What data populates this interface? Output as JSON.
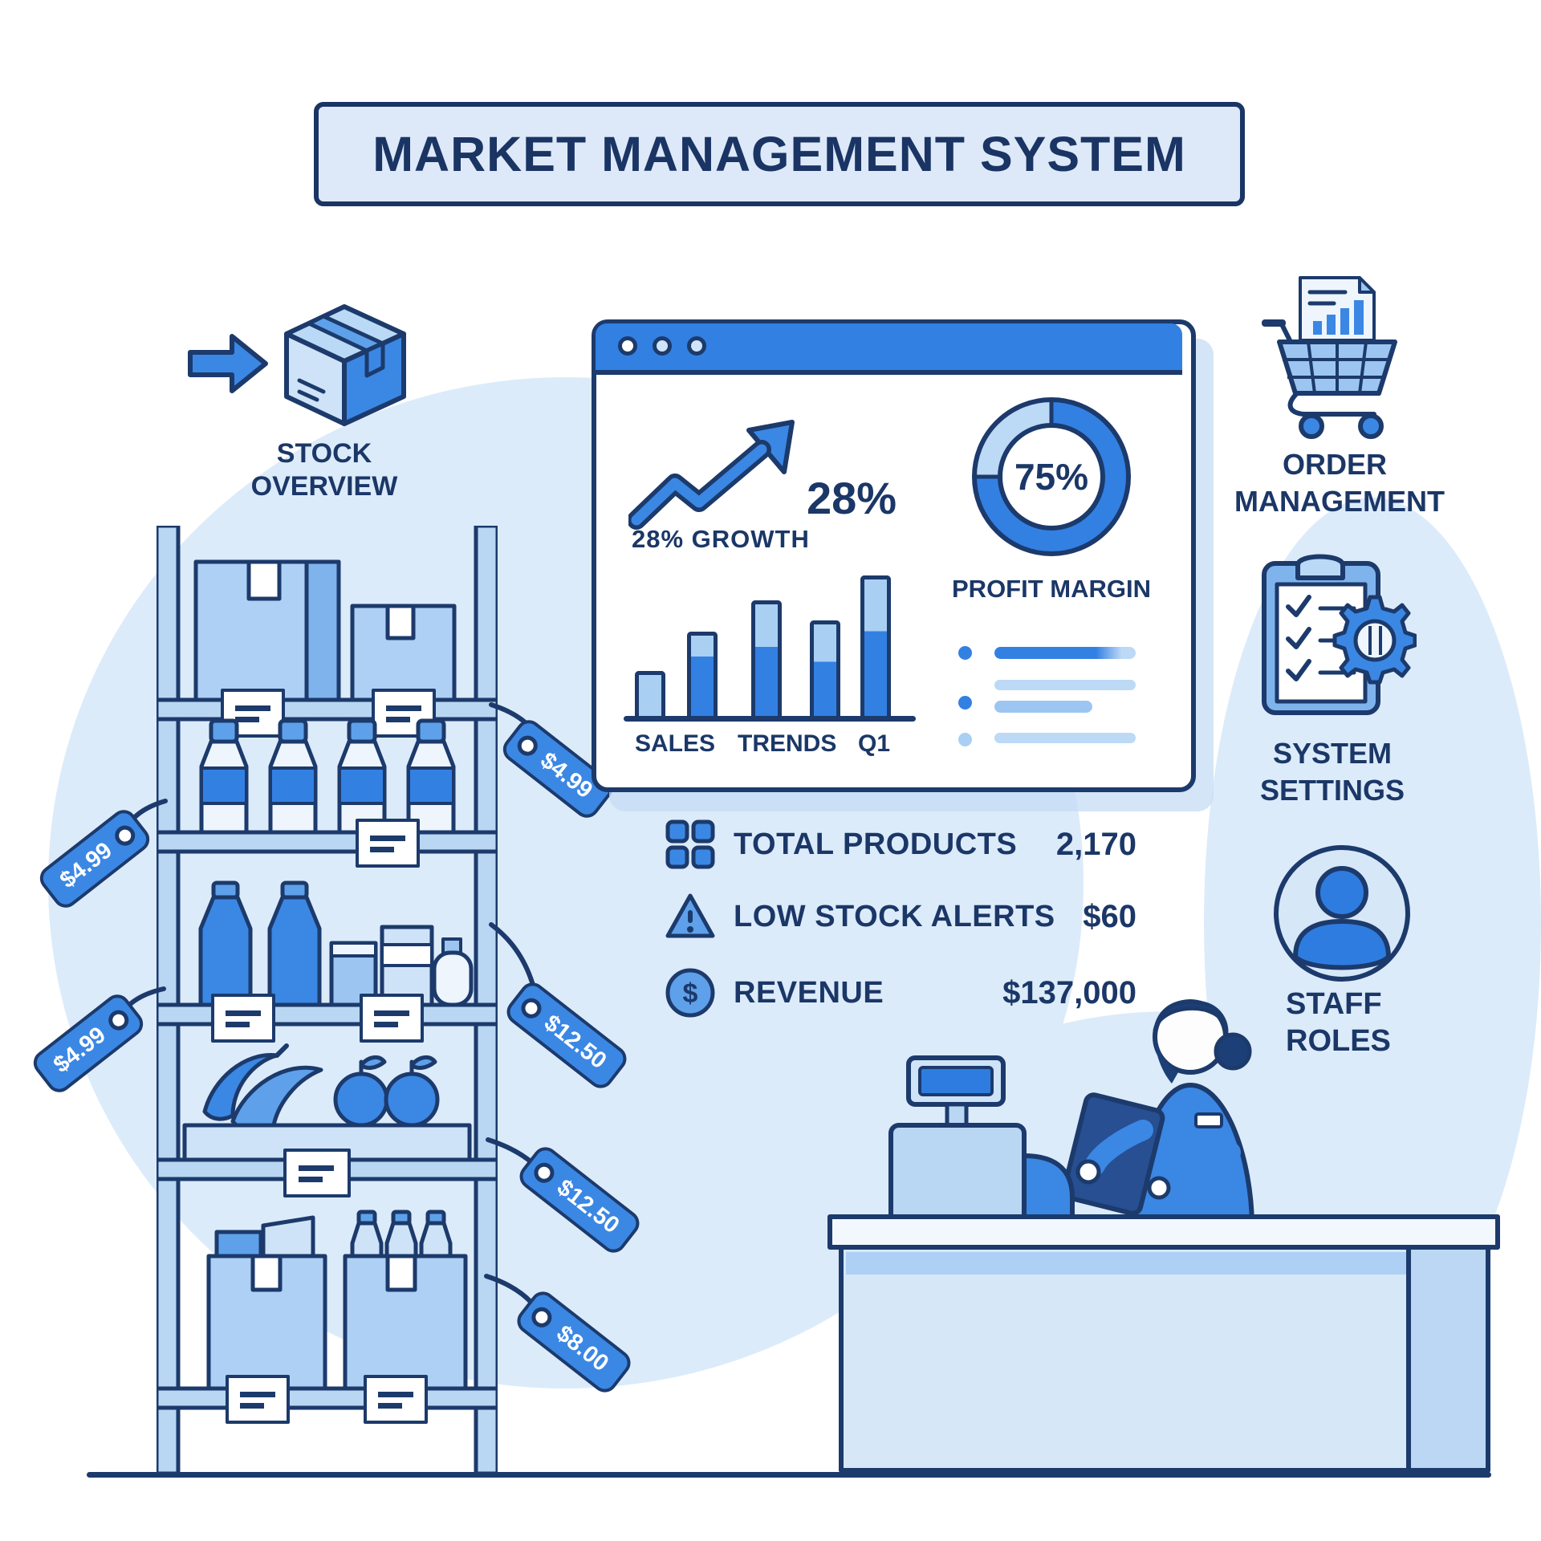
{
  "title": "MARKET MANAGEMENT SYSTEM",
  "modules": {
    "stock": {
      "line1": "STOCK",
      "line2": "OVERVIEW"
    },
    "order": {
      "line1": "ORDER",
      "line2": "MANAGEMENT"
    },
    "settings": {
      "line1": "SYSTEM",
      "line2": "SETTINGS"
    },
    "staff": {
      "line1": "STAFF",
      "line2": "ROLES"
    }
  },
  "dashboard": {
    "growth_value": "28%",
    "growth_caption": "28% GROWTH",
    "profit_value": "75%",
    "profit_caption": "PROFIT MARGIN",
    "axis_labels": [
      "SALES",
      "TRENDS",
      "Q1"
    ]
  },
  "chart_data": [
    {
      "type": "bar",
      "title": "Sales Trends Q1",
      "categories": [
        "bar1",
        "bar2",
        "bar3",
        "bar4",
        "bar5"
      ],
      "values": [
        32,
        60,
        82,
        68,
        100
      ],
      "cap_fraction": [
        1.0,
        0.26,
        0.38,
        0.41,
        0.38
      ],
      "xlabel": "SALES TRENDS Q1",
      "ylim": [
        0,
        100
      ],
      "grid": false,
      "legend": false
    },
    {
      "type": "donut",
      "title": "Profit Margin",
      "value": 75,
      "label": "75%",
      "segments": [
        {
          "name": "profit margin",
          "value": 75
        },
        {
          "name": "remainder",
          "value": 25
        }
      ]
    }
  ],
  "stats": [
    {
      "icon": "grid-icon",
      "label": "TOTAL PRODUCTS",
      "value": "2,170"
    },
    {
      "icon": "warning-icon",
      "label": "LOW STOCK ALERTS",
      "value": "$60"
    },
    {
      "icon": "dollar-icon",
      "label": "REVENUE",
      "value": "$137,000"
    }
  ],
  "price_tags": [
    {
      "value": "$4.99",
      "position": "shelf-top-right"
    },
    {
      "value": "$4.99",
      "position": "shelf-left-upper"
    },
    {
      "value": "$12.50",
      "position": "shelf-right-upper"
    },
    {
      "value": "$4.99",
      "position": "shelf-left-lower"
    },
    {
      "value": "$12.50",
      "position": "shelf-right-middle"
    },
    {
      "value": "$8.00",
      "position": "shelf-right-bottom"
    }
  ],
  "colors": {
    "navy": "#1c3a6b",
    "primary_blue": "#3b87e4",
    "topbar_blue": "#3380e3",
    "mid_blue": "#7fb3ec",
    "light_blue": "#aed0f4",
    "pale_blue": "#d6e8f8",
    "paper": "#eef5fd",
    "blob": "#dcebfa",
    "banner_bg": "#dde9f8",
    "bar_light": "#a9cff3",
    "bar_dark": "#3380e3"
  }
}
